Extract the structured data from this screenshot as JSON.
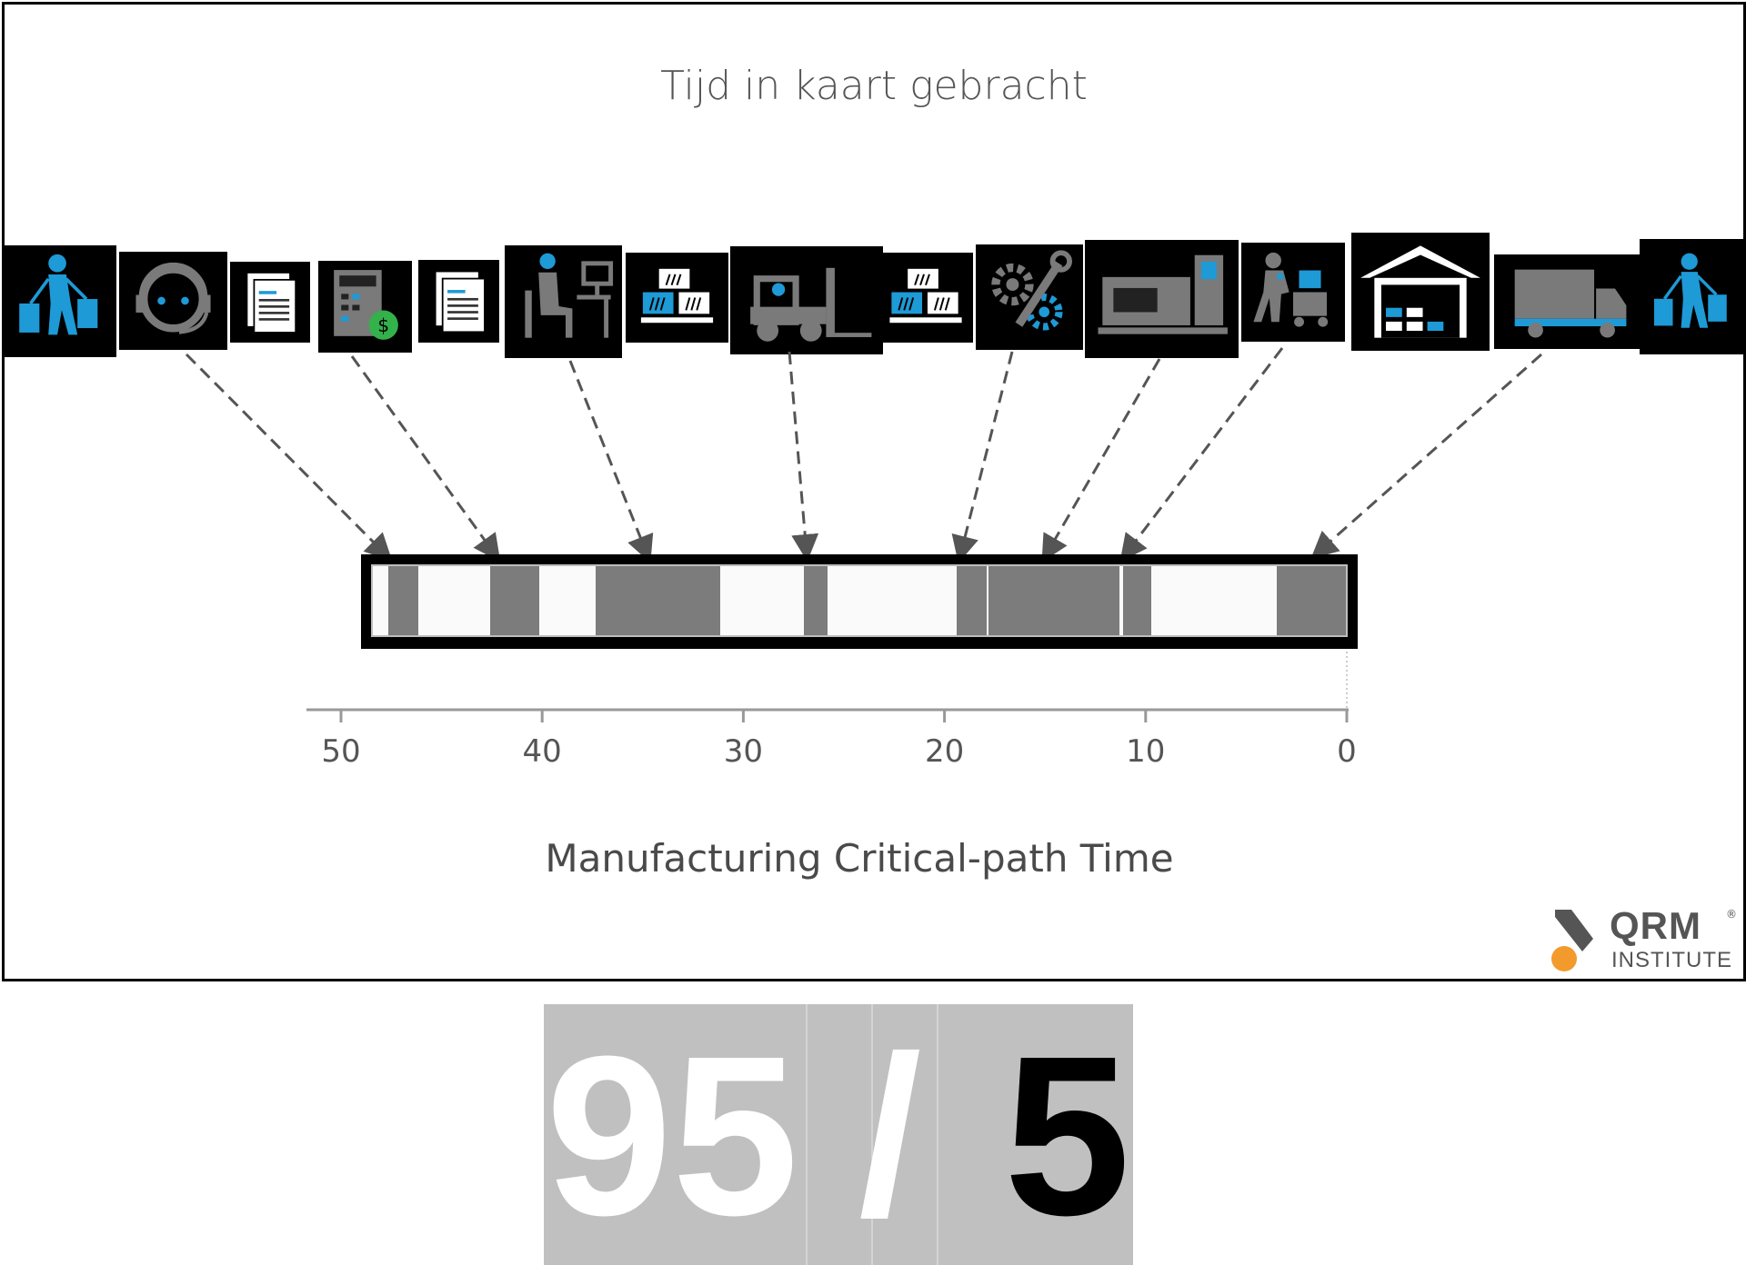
{
  "slide": {
    "title": "Tijd in kaart gebracht",
    "axis_title": "Manufacturing Critical-path Time"
  },
  "icons": [
    {
      "name": "customer-shopping-icon"
    },
    {
      "name": "call-center-headset-icon"
    },
    {
      "name": "document-icon"
    },
    {
      "name": "calculator-cost-icon"
    },
    {
      "name": "document-icon"
    },
    {
      "name": "engineer-at-desk-icon"
    },
    {
      "name": "material-pallet-icon"
    },
    {
      "name": "forklift-icon"
    },
    {
      "name": "material-pallet-icon"
    },
    {
      "name": "gears-wrench-icon"
    },
    {
      "name": "cnc-machine-icon"
    },
    {
      "name": "worker-with-cart-icon"
    },
    {
      "name": "warehouse-icon"
    },
    {
      "name": "delivery-truck-icon"
    },
    {
      "name": "customer-shopping-icon"
    }
  ],
  "chart_data": {
    "type": "timeline",
    "xlabel": "Manufacturing Critical-path Time",
    "ticks": [
      "50",
      "40",
      "30",
      "20",
      "10",
      "0"
    ],
    "xlim": [
      50,
      0
    ],
    "segments": [
      {
        "start": 48.2,
        "end": 46.7
      },
      {
        "start": 43.1,
        "end": 40.6
      },
      {
        "start": 37.8,
        "end": 31.5
      },
      {
        "start": 27.3,
        "end": 26.1
      },
      {
        "start": 19.6,
        "end": 18.1
      },
      {
        "start": 18.0,
        "end": 11.4
      },
      {
        "start": 11.2,
        "end": 9.8
      },
      {
        "start": 3.5,
        "end": 0.0
      }
    ],
    "colors": {
      "segment": "#7c7c7c",
      "background": "#fafafa",
      "accent": "#1e9ad6"
    }
  },
  "logo": {
    "text": "QRM",
    "registered": "®",
    "subtitle": "INSTITUTE",
    "accent_color": "#f39a2d"
  },
  "ratio": {
    "left": "95",
    "separator": "/",
    "right": "5"
  }
}
